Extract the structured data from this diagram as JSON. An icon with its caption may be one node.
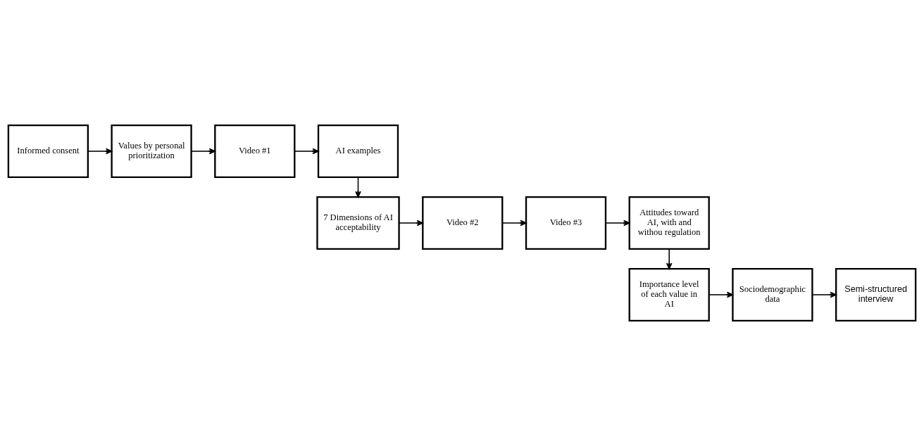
{
  "diagram": {
    "nodes": [
      {
        "text": [
          "Informed consent"
        ]
      },
      {
        "text": [
          "Values by personal prioritization"
        ]
      },
      {
        "text": [
          "Video #1"
        ]
      },
      {
        "text": [
          "AI examples"
        ]
      },
      {
        "text": [
          "7 Dimensions of AI acceptability"
        ]
      },
      {
        "text": [
          "Video #2"
        ]
      },
      {
        "text": [
          "Video #3"
        ]
      },
      {
        "text": [
          "Attitudes toward AI, with and withou regulation"
        ]
      },
      {
        "text": [
          "Importance level of each value in AI"
        ]
      },
      {
        "text": [
          "Sociodemographic data"
        ]
      },
      {
        "text": [
          "Semi-structured interview"
        ]
      }
    ],
    "edges": [
      {
        "from": 0,
        "to": 1,
        "arrow": "to"
      },
      {
        "from": 1,
        "to": 2,
        "arrow": "to"
      },
      {
        "from": 2,
        "to": 3,
        "arrow": "to"
      },
      {
        "from": 3,
        "to": 4,
        "arrow": "to"
      },
      {
        "from": 4,
        "to": 5,
        "arrow": "to"
      },
      {
        "from": 5,
        "to": 6,
        "arrow": "to"
      },
      {
        "from": 6,
        "to": 7,
        "arrow": "to"
      },
      {
        "from": 7,
        "to": 8,
        "arrow": "to"
      },
      {
        "from": 8,
        "to": 9,
        "arrow": "to"
      },
      {
        "from": 9,
        "to": 10,
        "arrow": "to"
      }
    ]
  }
}
